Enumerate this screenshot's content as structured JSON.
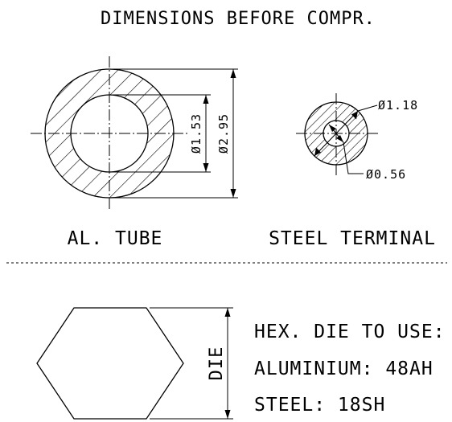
{
  "title": "DIMENSIONS BEFORE COMPR.",
  "al_tube": {
    "caption": "AL. TUBE",
    "inner_dim": "Ø1.53",
    "outer_dim": "Ø2.95"
  },
  "steel_terminal": {
    "caption": "STEEL TERMINAL",
    "outer_dim": "Ø1.18",
    "inner_dim": "Ø0.56"
  },
  "hex_die": {
    "die_label": "DIE",
    "lines": [
      "HEX. DIE TO USE:",
      "ALUMINIUM: 48AH",
      "STEEL: 18SH"
    ]
  }
}
